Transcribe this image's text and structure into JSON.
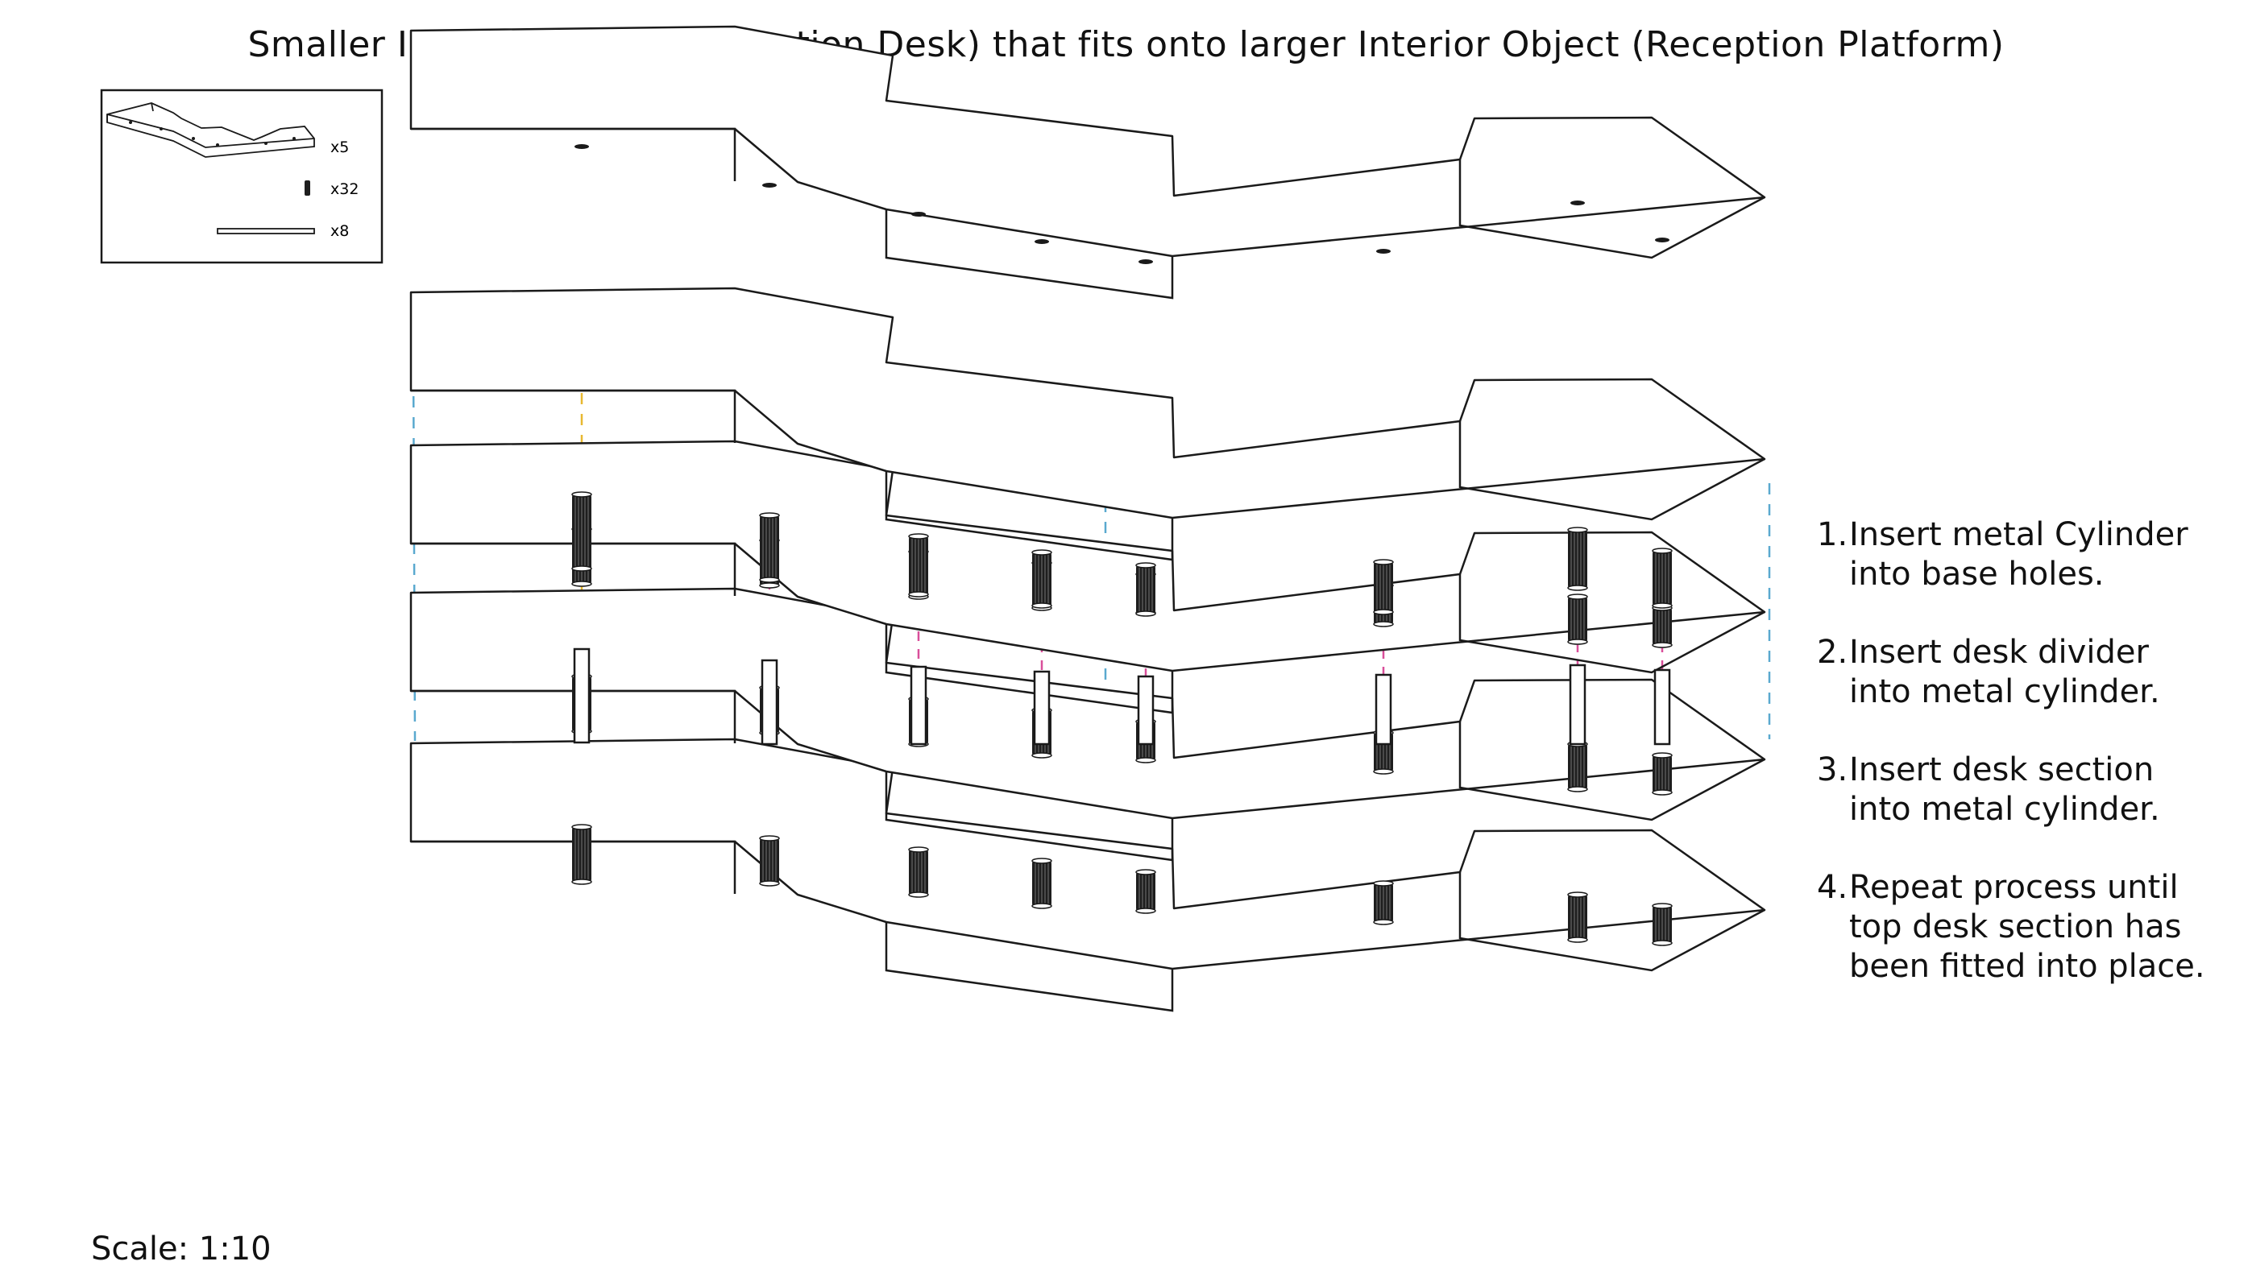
{
  "title": "Smaller Interior Object (Reception Desk) that fits onto larger Interior Object (Reception Platform)",
  "legend": {
    "items": [
      {
        "icon": "desk-section-icon",
        "count": "x5"
      },
      {
        "icon": "metal-cylinder-icon",
        "count": "x32"
      },
      {
        "icon": "desk-divider-icon",
        "count": "x8"
      }
    ]
  },
  "steps": [
    {
      "num": "1.",
      "text": "Insert metal Cylinder\ninto base holes."
    },
    {
      "num": "2.",
      "text": "Insert desk divider\ninto metal cylinder."
    },
    {
      "num": "3.",
      "text": "Insert desk section\ninto metal cylinder."
    },
    {
      "num": "4.",
      "text": "Repeat process until\ntop desk section has\nbeen fitted into place."
    }
  ],
  "scale": "Scale: 1:10",
  "colors": {
    "line": "#1a1a1a",
    "guide_blue": "#5aa9cf",
    "guide_yellow": "#e8b830",
    "guide_pink": "#d94f9a",
    "cylinder_fill": "#1e1e1e"
  }
}
